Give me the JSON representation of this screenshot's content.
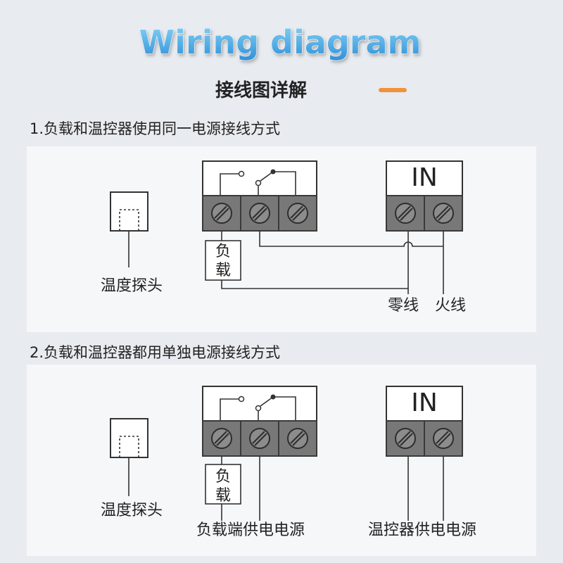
{
  "title": "Wiring diagram",
  "subtitle": "接线图详解",
  "colors": {
    "title_top": "#86d3f6",
    "title_bottom": "#2f8fd6",
    "accent_dash": "#f0923a",
    "background": "#e8ebef",
    "panel": "#f6f7f9",
    "terminal": "#787878"
  },
  "section1": {
    "heading": "1.负载和温控器使用同一电源接线方式",
    "probe_label": "温度探头",
    "load_top": "负",
    "load_bottom": "载",
    "in_label": "IN",
    "neutral_label": "零线",
    "live_label": "火线"
  },
  "section2": {
    "heading": "2.负载和温控器都用单独电源接线方式",
    "probe_label": "温度探头",
    "load_top": "负",
    "load_bottom": "载",
    "in_label": "IN",
    "load_power_label": "负载端供电电源",
    "controller_power_label": "温控器供电电源"
  }
}
